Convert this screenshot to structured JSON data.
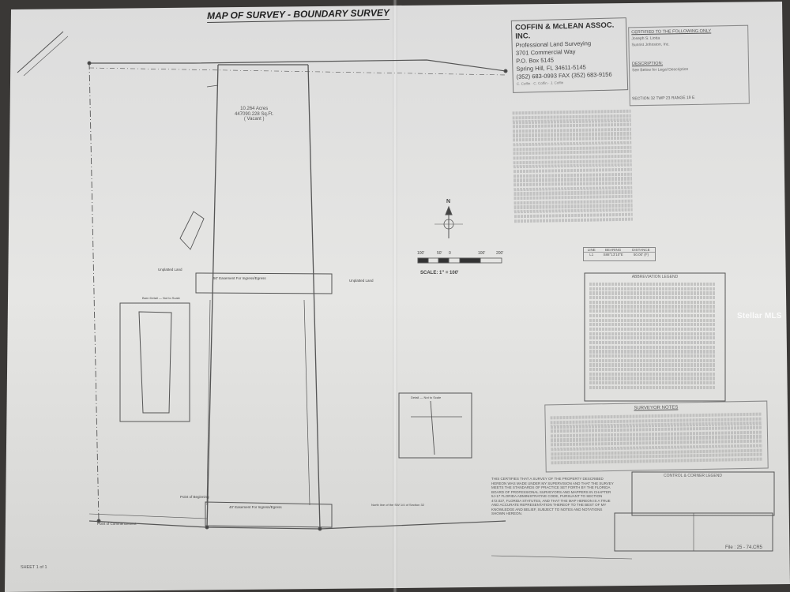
{
  "title": "MAP OF SURVEY - BOUNDARY SURVEY",
  "company": {
    "name": "COFFIN & McLEAN ASSOC. INC.",
    "line1": "Professional Land Surveying",
    "line2": "3701 Commercial Way",
    "line3": "P.O. Box 5145",
    "line4": "Spring Hill, FL 34611-5145",
    "line5": "(352) 683-0993 FAX (352) 683-9156",
    "party_chief": "C. Coffin",
    "drawn_by": "C. Coffin",
    "checked_by": "J. Coffin"
  },
  "certified": {
    "heading": "CERTIFIED TO THE FOLLOWING ONLY",
    "name1": "Joseph S. Liotta",
    "name2": "Sunrist Johnston, Inc."
  },
  "description": {
    "heading": "DESCRIPTION:",
    "text": "See Below for Legal Description"
  },
  "section_line": "SECTION 32   TWP 23   RANGE 19 E",
  "acreage": {
    "acres": "10.264 Acres",
    "sqft": "447090.228 Sq.Ft.",
    "vacant": "( Vacant )"
  },
  "scale": {
    "ticks": [
      "100'",
      "50'",
      "0",
      "100'",
      "200'"
    ],
    "label": "SCALE: 1\" = 100'"
  },
  "north": "N",
  "line_table": {
    "headers": [
      "LINE",
      "BEARING",
      "DISTANCE"
    ],
    "row": [
      "L1",
      "S88°13'10\"E",
      "50.00' (F)"
    ]
  },
  "labels": {
    "abbreviation_legend": "ABBREVIATION LEGEND",
    "surveyor_notes": "SURVEYOR NOTES",
    "control_legend": "CONTROL & CORNER LEGEND",
    "easement_upper": "50' Easement For Ingress/Egress",
    "easement_lower": "40' Easement For Ingress/Egress",
    "unplatted_land": "Unplatted Land",
    "point_of_beginning": "Point of Beginning",
    "point_of_commencement": "Point of Commencement",
    "barn_detail": "Barn Detail — Not to Scale",
    "detail_not_to_scale": "Detail — Not to Scale",
    "north_line": "North line of the SW 1/4 of Section 32"
  },
  "cert_paragraph": "THIS CERTIFIES THAT A SURVEY OF THE PROPERTY DESCRIBED HEREON WAS MADE UNDER MY SUPERVISION AND THAT THE SURVEY MEETS THE STANDARDS OF PRACTICE SET FORTH BY THE FLORIDA BOARD OF PROFESSIONAL SURVEYORS AND MAPPERS IN CHAPTER 5J-17 FLORIDA ADMINISTRATIVE CODE, PURSUANT TO SECTION 472.027, FLORIDA STATUTES, AND THAT THE MAP HEREON IS A TRUE AND ACCURATE REPRESENTATION THEREOF TO THE BEST OF MY KNOWLEDGE AND BELIEF, SUBJECT TO NOTES AND NOTATIONS SHOWN HEREON.",
  "sheet": "SHEET 1 of 1",
  "file": "File : 25 - 74.CR5",
  "watermark": "Stellar MLS",
  "colors": {
    "paper": "#e2e2e0",
    "ink": "#4a4a4a",
    "background": "#3a3836"
  }
}
